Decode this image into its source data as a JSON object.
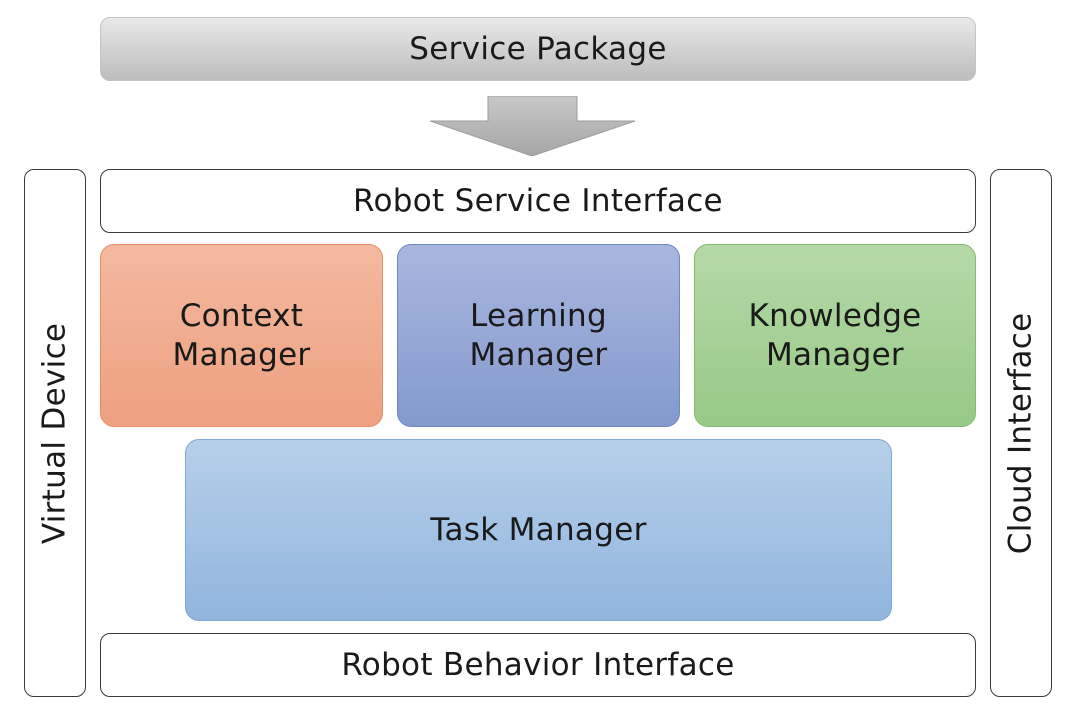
{
  "diagram": {
    "service_package": "Service Package",
    "robot_service_interface": "Robot Service Interface",
    "virtual_device": "Virtual Device",
    "cloud_interface": "Cloud Interface",
    "context_manager": [
      "Context",
      "Manager"
    ],
    "learning_manager": [
      "Learning",
      "Manager"
    ],
    "knowledge_manager": [
      "Knowledge",
      "Manager"
    ],
    "task_manager": "Task Manager",
    "robot_behavior_interface": "Robot Behavior Interface"
  },
  "colors": {
    "service_package_fill": "#d2d2d2",
    "arrow_fill": "#b0b0b0",
    "context_manager_fill": "#f0a888",
    "learning_manager_fill": "#94a7d6",
    "knowledge_manager_fill": "#a6d097",
    "task_manager_fill": "#a3c2e4",
    "outline": "#3a3a3a"
  },
  "icons": {
    "flow_arrow": "down-arrow-icon"
  }
}
